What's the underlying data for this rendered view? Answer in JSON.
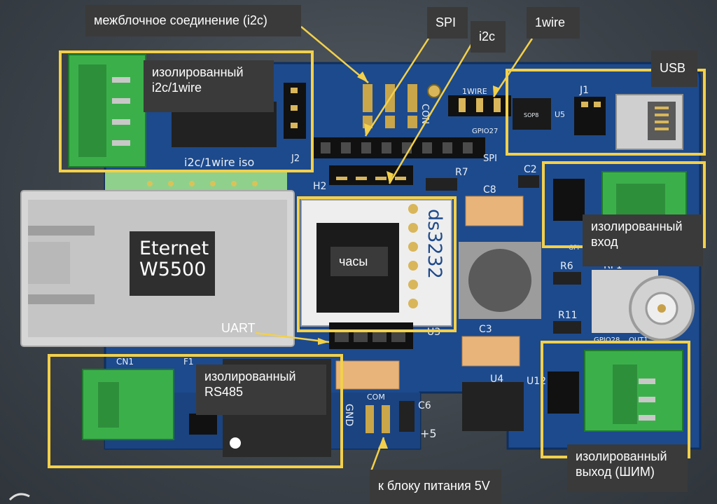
{
  "labels": {
    "interblock": "межблочное соединение (i2c)",
    "spi": "SPI",
    "i2c": "i2c",
    "onewire": "1wire",
    "usb": "USB",
    "iso_i2c_1wire": "изолированный\ni2c/1wire",
    "ethernet": "Eternet\nW5500",
    "clock": "часы",
    "uart": "UART",
    "iso_rs485": "изолированный\nRS485",
    "iso_input": "изолированный\nвход",
    "iso_output": "изолированный\nвыход (ШИМ)",
    "power": "к блоку питания 5V"
  },
  "silkscreen": {
    "i2c_1wire_iso": "i2c/1wire iso",
    "j2": "J2",
    "h2": "H2",
    "r7": "R7",
    "c8": "C8",
    "c2": "C2",
    "ds3232": "ds3232",
    "u3": "U3",
    "c3": "C3",
    "r6": "R6",
    "r11": "R11",
    "rf1": "RF1",
    "gpio28": "GPIO28",
    "u4": "U4",
    "u12": "U12",
    "c6": "C6",
    "gnd": "GND",
    "plus5": "+5",
    "com": "COM",
    "onewire_hdr": "1WIRE",
    "gpio27": "GPIO27",
    "u5": "U5",
    "sop8": "SOP8",
    "j1": "J1",
    "cn1": "CN1",
    "f1": "F1",
    "spi_tag": "SPI",
    "con": "CON",
    "gpi": "GPI",
    "out1": "OUT1"
  },
  "colors": {
    "highlight": "#f3d04a",
    "pcb": "#1d4a8c",
    "label_bg": "#3a3a3a",
    "connector_green": "#3bb04a"
  }
}
